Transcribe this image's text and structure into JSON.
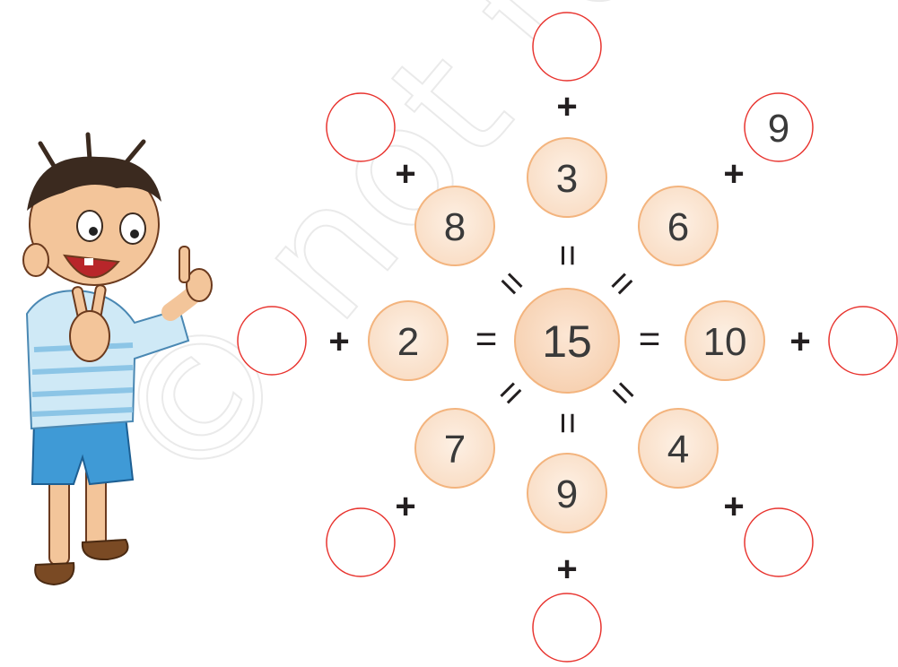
{
  "watermark": {
    "text": "© not to be re"
  },
  "puzzle": {
    "center": "15",
    "inner": {
      "top": "3",
      "top_right": "6",
      "right": "10",
      "bottom_right": "4",
      "bottom": "9",
      "bottom_left": "7",
      "left": "2",
      "top_left": "8"
    },
    "outer": {
      "top": "",
      "top_right": "9",
      "right": "",
      "bottom_right": "",
      "bottom": "",
      "bottom_left": "",
      "left": "",
      "top_left": ""
    },
    "operators": {
      "plus": "+",
      "equals": "="
    }
  },
  "colors": {
    "inner_fill": "#fbe3cf",
    "inner_stroke": "#f3b47e",
    "center_fill": "#f9d8bd",
    "outer_stroke": "#e8342f"
  }
}
